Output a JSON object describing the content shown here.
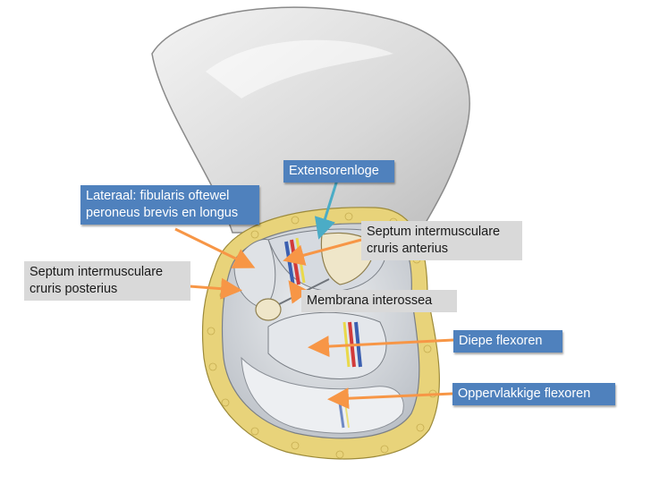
{
  "colors": {
    "label_blue": "#4f81bd",
    "label_gray": "#d9d9d9",
    "arrow_orange": "#f79646",
    "arrow_blue": "#4bacc6",
    "fat_yellow": "#e8d37a",
    "muscle_gray": "#cfd3d8",
    "artery_red": "#d23a3a",
    "vein_blue": "#3b5fb0",
    "nerve_yellow": "#e9d94a"
  },
  "labels": {
    "extensorenloge": "Extensorenloge",
    "lateraal_line1": "Lateraal: fibularis oftewel",
    "lateraal_line2": "peroneus brevis en longus",
    "septum_anterius_line1": "Septum intermusculare",
    "septum_anterius_line2": "cruris anterius",
    "septum_posterius_line1": "Septum intermusculare",
    "septum_posterius_line2": "cruris posterius",
    "membrana": "Membrana interossea",
    "diepe_flexoren": "Diepe flexoren",
    "oppervlakkige_flexoren": "Oppervlakkige flexoren"
  }
}
